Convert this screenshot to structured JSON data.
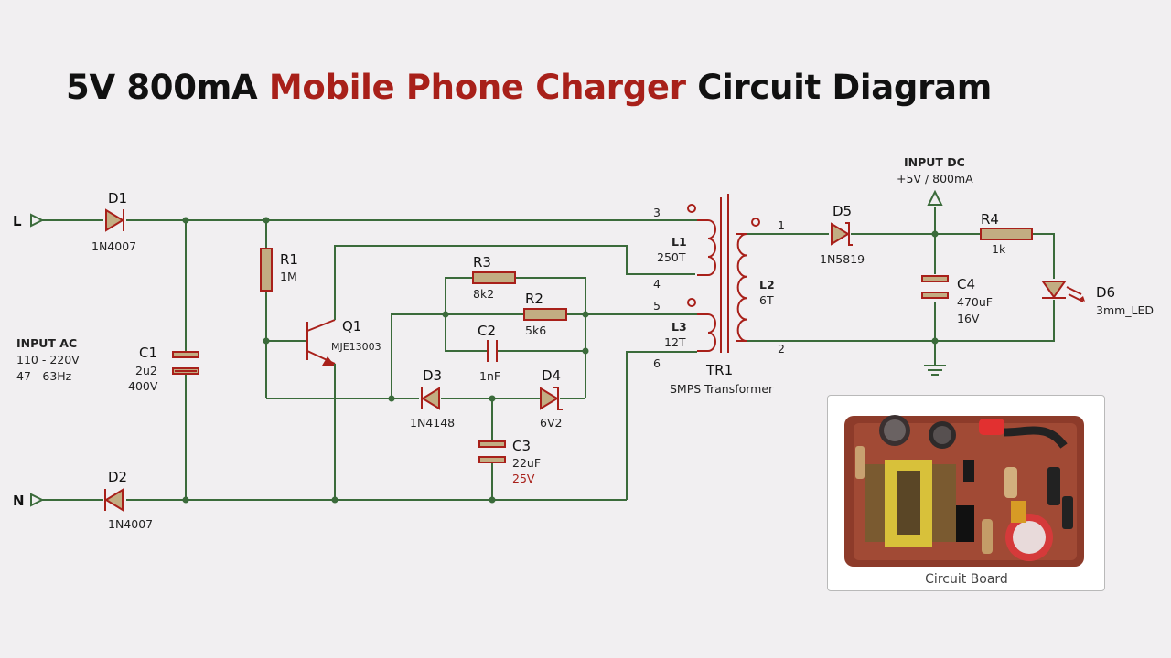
{
  "title": {
    "part1": "5V 800mA ",
    "highlight": "Mobile Phone Charger",
    "part2": " Circuit Diagram"
  },
  "terminals": {
    "line": "L",
    "neutral": "N"
  },
  "input_ac": {
    "heading": "INPUT AC",
    "voltage": "110 - 220V",
    "freq": "47 - 63Hz"
  },
  "input_dc": {
    "heading": "INPUT DC",
    "rating": "+5V / 800mA"
  },
  "components": {
    "D1": {
      "ref": "D1",
      "value": "1N4007"
    },
    "D2": {
      "ref": "D2",
      "value": "1N4007"
    },
    "C1": {
      "ref": "C1",
      "value": "2u2",
      "rating": "400V"
    },
    "R1": {
      "ref": "R1",
      "value": "1M"
    },
    "Q1": {
      "ref": "Q1",
      "value": "MJE13003"
    },
    "R3": {
      "ref": "R3",
      "value": "8k2"
    },
    "R2": {
      "ref": "R2",
      "value": "5k6"
    },
    "C2": {
      "ref": "C2",
      "value": "1nF"
    },
    "D3": {
      "ref": "D3",
      "value": "1N4148"
    },
    "D4": {
      "ref": "D4",
      "value": "6V2"
    },
    "C3": {
      "ref": "C3",
      "value": "22uF",
      "rating": "25V"
    },
    "L1": {
      "ref": "L1",
      "value": "250T"
    },
    "L2": {
      "ref": "L2",
      "value": "6T"
    },
    "L3": {
      "ref": "L3",
      "value": "12T"
    },
    "TR1": {
      "ref": "TR1",
      "value": "SMPS Transformer"
    },
    "D5": {
      "ref": "D5",
      "value": "1N5819"
    },
    "C4": {
      "ref": "C4",
      "value": "470uF",
      "rating": "16V"
    },
    "R4": {
      "ref": "R4",
      "value": "1k"
    },
    "D6": {
      "ref": "D6",
      "value": "3mm_LED"
    }
  },
  "pins": {
    "p1": "1",
    "p2": "2",
    "p3": "3",
    "p4": "4",
    "p5": "5",
    "p6": "6"
  },
  "photo": {
    "caption": "Circuit Board"
  },
  "colors": {
    "wire": "#3b6b3b",
    "component": "#a8201a",
    "accent": "#a8201a",
    "background": "#f1eff1"
  }
}
